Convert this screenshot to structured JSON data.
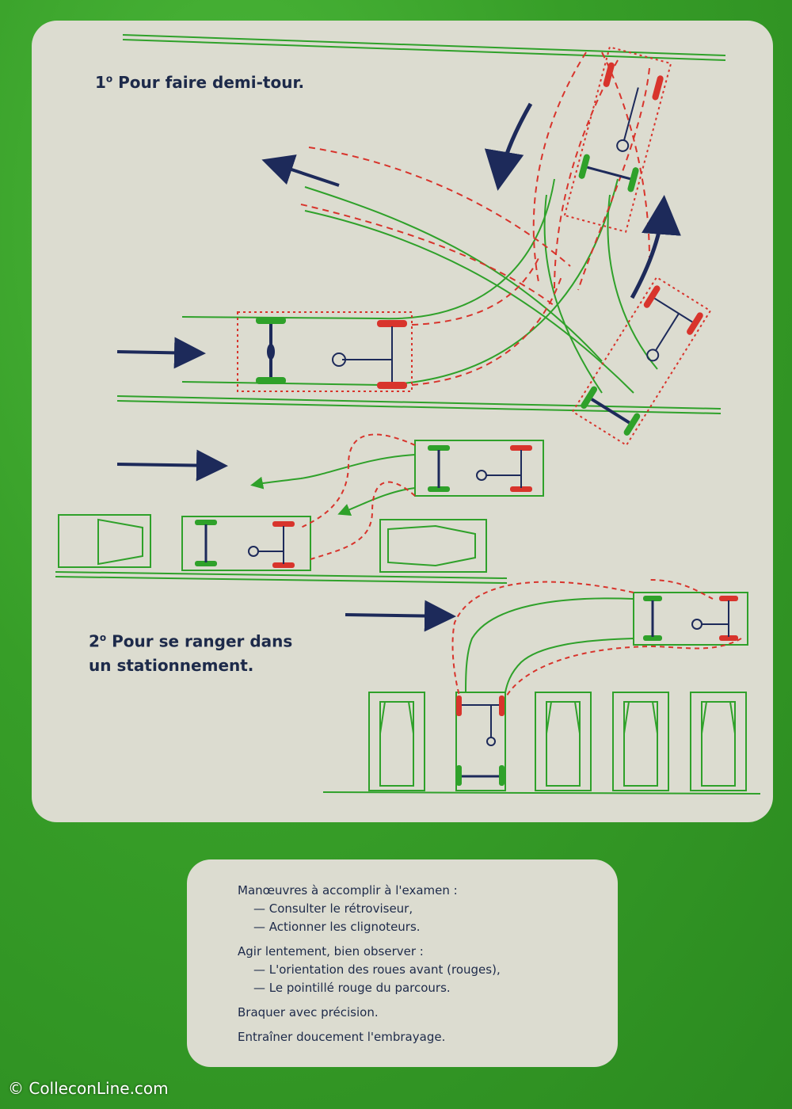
{
  "section1": {
    "number": "1",
    "degree": "o",
    "title": "Pour faire demi-tour."
  },
  "section2": {
    "number": "2",
    "degree": "o",
    "title_line1": "Pour se ranger dans",
    "title_line2": "un stationnement."
  },
  "instructions": {
    "heading1": "Manœuvres à accomplir à l'examen :",
    "item1": "— Consulter le rétroviseur,",
    "item2": "— Actionner les clignoteurs.",
    "heading2": "Agir lentement, bien observer :",
    "item3": "— L'orientation des roues avant (rouges),",
    "item4": "— Le pointillé rouge du parcours.",
    "line1": "Braquer avec précision.",
    "line2": "Entraîner doucement l'embrayage."
  },
  "watermark": "© ColleconLine.com",
  "colors": {
    "background_green": "#3aa12a",
    "panel": "#dcdcd0",
    "road_green": "#2fa12a",
    "front_wheels_red": "#d8342c",
    "arrow_navy": "#1d2a5a"
  }
}
